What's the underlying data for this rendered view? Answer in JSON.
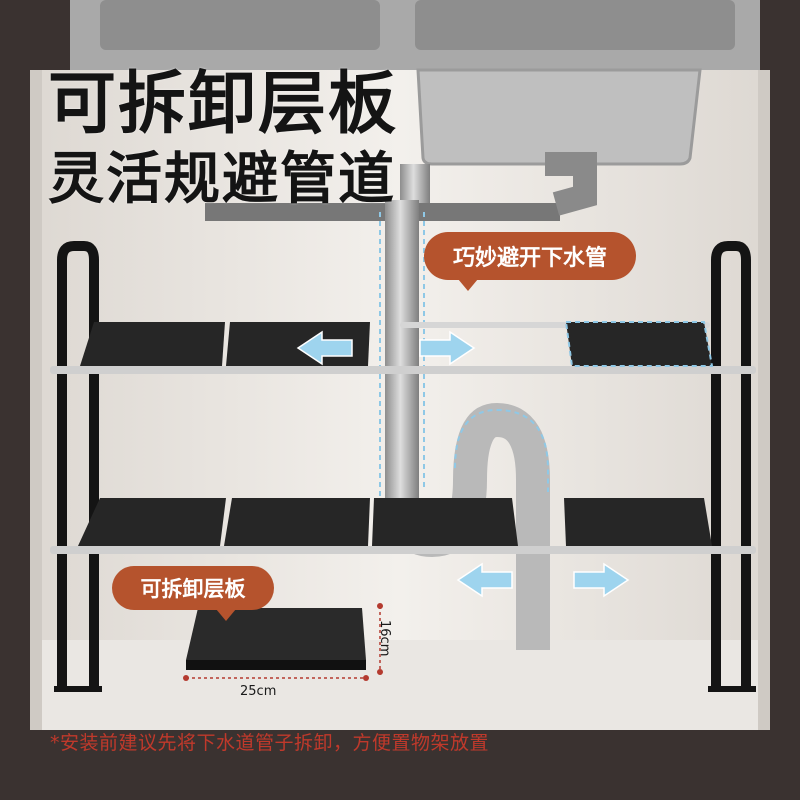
{
  "headline": {
    "line1": "可拆卸层板",
    "line2": "灵活规避管道"
  },
  "callouts": {
    "pipe_avoid": "巧妙避开下水管",
    "detachable": "可拆卸层板"
  },
  "dimensions": {
    "width": "25cm",
    "height": "16cm"
  },
  "footnote": "*安装前建议先将下水道管子拆卸，方便置物架放置",
  "colors": {
    "callout_bg": "#b5532d",
    "footnote_text": "#c0392b",
    "arrow": "#9ed4ee",
    "shelf_panel": "#262626"
  }
}
